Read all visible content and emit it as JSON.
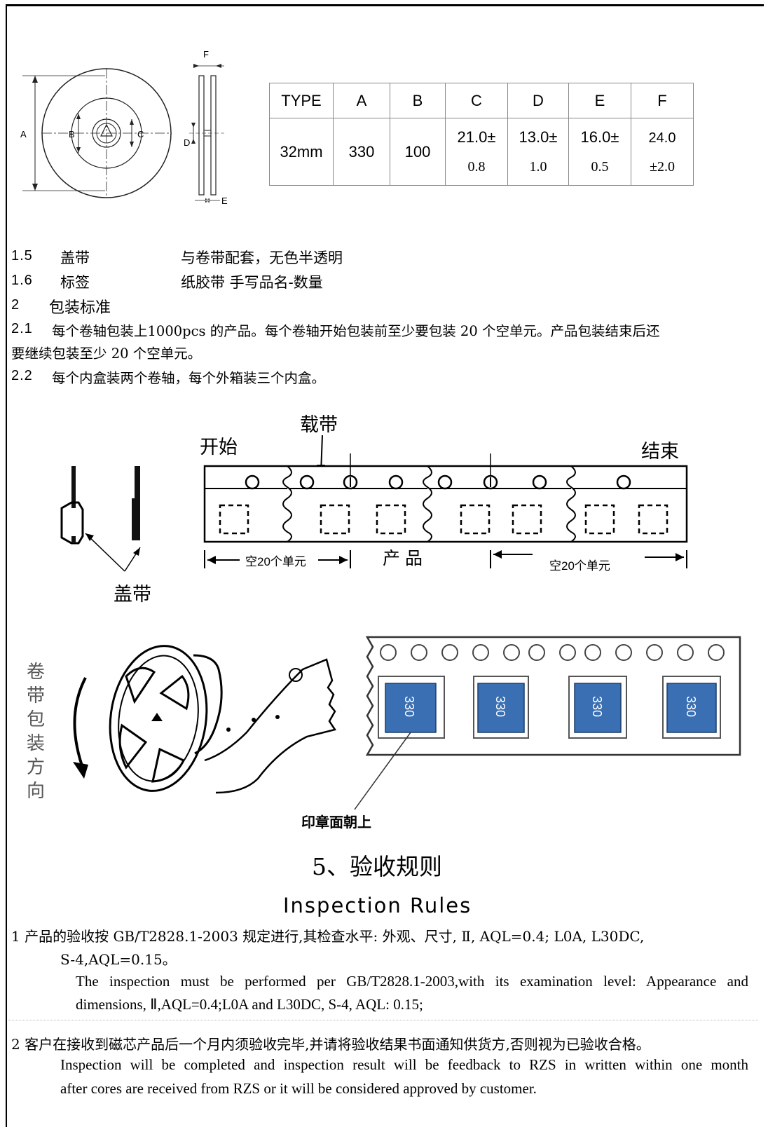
{
  "spec_table": {
    "headers": [
      "TYPE",
      "A",
      "B",
      "C",
      "D",
      "E",
      "F"
    ],
    "row": {
      "type": "32mm",
      "a": "330",
      "b": "100",
      "c_val": "21.0±",
      "c_tol": "0.8",
      "d_val": "13.0±",
      "d_tol": "1.0",
      "e_val": "16.0±",
      "e_tol": "0.5",
      "f_val": "24.0",
      "f_tol": "±2.0"
    }
  },
  "reel_labels": {
    "a": "A",
    "b": "B",
    "c": "C",
    "d": "D",
    "e": "E",
    "f": "F"
  },
  "items": [
    {
      "num": "1.5",
      "name": "盖带",
      "desc": "与卷带配套，无色半透明"
    },
    {
      "num": "1.6",
      "name": "标签",
      "desc": "纸胶带 手写品名-数量"
    }
  ],
  "section2": {
    "num": "2",
    "title": "包装标准",
    "p1_num": "2.1",
    "p1_line1": "每个卷轴包装上1000pcs 的产品。每个卷轴开始包装前至少要包装 20 个空单元。产品包装结束后还",
    "p1_line2": "要继续包装至少 20 个空单元。",
    "p2_num": "2.2",
    "p2": "每个内盒装两个卷轴，每个外箱装三个内盒。"
  },
  "tape_diagram": {
    "carrier_tape": "载带",
    "start": "开始",
    "end": "结束",
    "empty_left": "空20个单元",
    "product": "产 品",
    "empty_right": "空20个单元",
    "cover_tape": "盖带"
  },
  "reel_diagram": {
    "direction_chars": [
      "卷",
      "带",
      "包",
      "装",
      "方",
      "向"
    ],
    "chip_marking": "330",
    "stamp_up": "印章面朝上"
  },
  "section5": {
    "title_cn": "5、验收规则",
    "title_en": "Inspection Rules",
    "r1_cn_line1": "1  产品的验收按 GB/T2828.1-2003 规定进行,其检查水平: 外观、尺寸, Ⅱ, AQL=0.4; L0A, L30DC,",
    "r1_cn_line2": "S-4,AQL=0.15。",
    "r1_en_line1": "The inspection must be performed per GB/T2828.1-2003,with its examination level: Appearance and",
    "r1_en_line2": "dimensions, Ⅱ,AQL=0.4;L0A and L30DC, S-4,  AQL: 0.15;",
    "r2_cn": "2 客户在接收到磁芯产品后一个月内须验收完毕,并请将验收结果书面通知供货方,否则视为已验收合格。",
    "r2_en_line1": "Inspection will be completed and inspection result will be feedback to RZS in written within one month",
    "r2_en_line2": "after cores are received from RZS or it will be considered approved by customer."
  }
}
